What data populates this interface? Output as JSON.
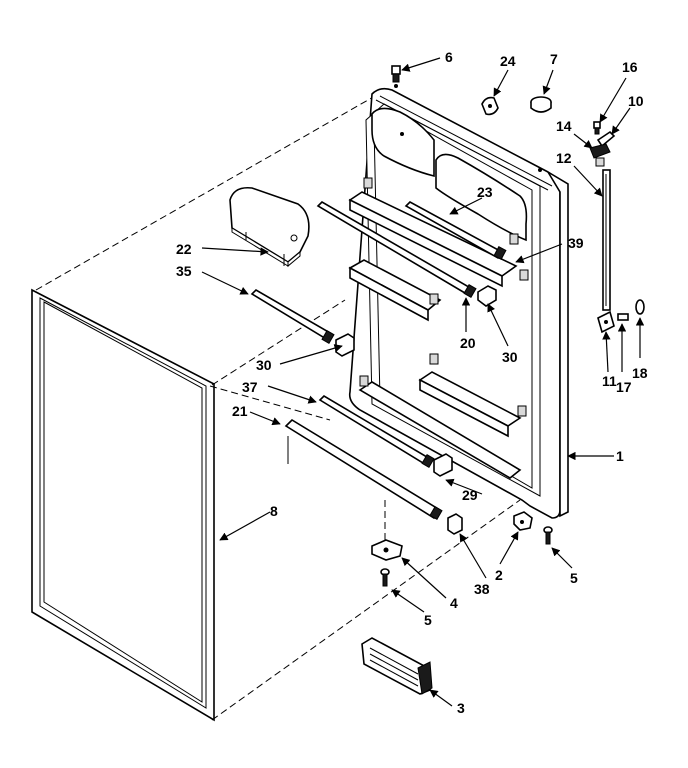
{
  "callouts": {
    "c1": "1",
    "c2": "2",
    "c3": "3",
    "c4": "4",
    "c5a": "5",
    "c5b": "5",
    "c6": "6",
    "c7": "7",
    "c8": "8",
    "c10": "10",
    "c11": "11",
    "c12": "12",
    "c14": "14",
    "c16": "16",
    "c17": "17",
    "c18": "18",
    "c20": "20",
    "c21": "21",
    "c22": "22",
    "c23": "23",
    "c24": "24",
    "c29": "29",
    "c30a": "30",
    "c30b": "30",
    "c35": "35",
    "c37": "37",
    "c38": "38",
    "c39": "39"
  }
}
